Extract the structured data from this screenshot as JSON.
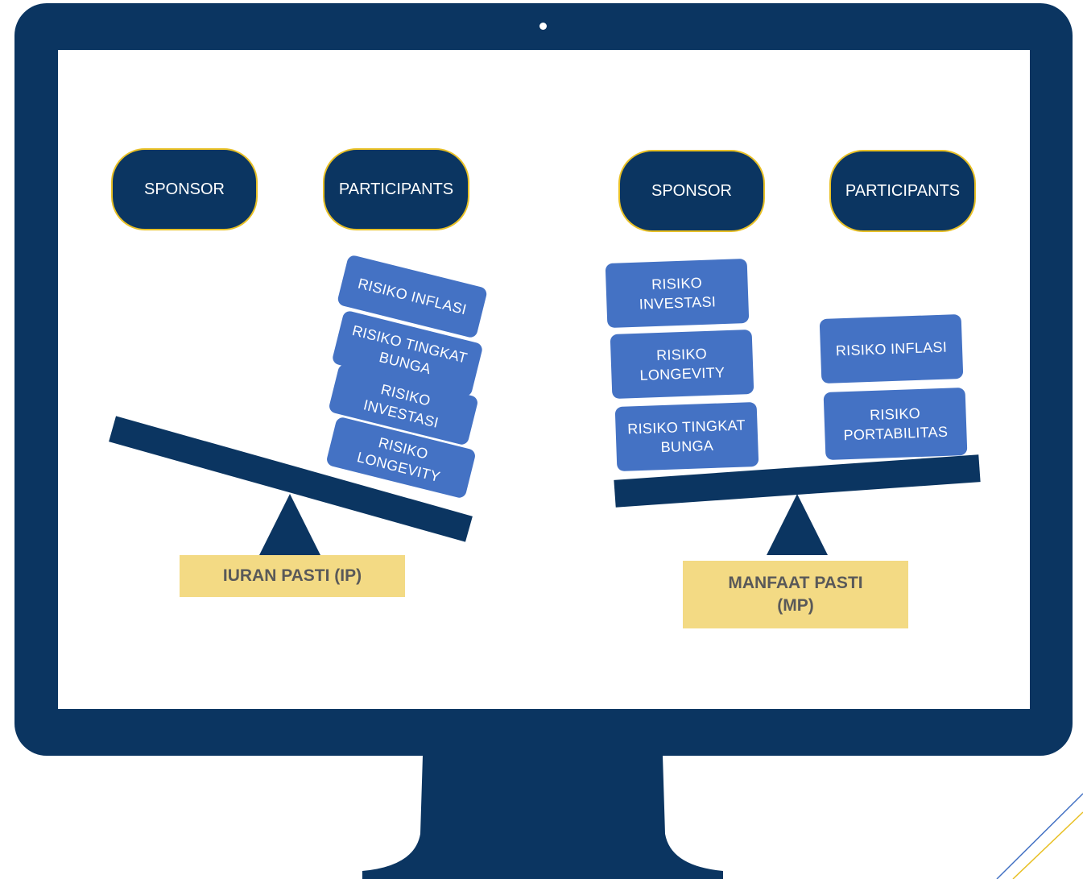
{
  "left_scale": {
    "sponsor_label": "SPONSOR",
    "participants_label": "PARTICIPANTS",
    "risk_cards": [
      "RISIKO INFLASI",
      "RISIKO TINGKAT BUNGA",
      "RISIKO INVESTASI",
      "RISIKO LONGEVITY"
    ],
    "title": "IURAN PASTI (IP)"
  },
  "right_scale": {
    "sponsor_label": "SPONSOR",
    "participants_label": "PARTICIPANTS",
    "sponsor_risk_cards": [
      "RISIKO INVESTASI",
      "RISIKO LONGEVITY",
      "RISIKO TINGKAT BUNGA"
    ],
    "participant_risk_cards": [
      "RISIKO INFLASI",
      "RISIKO PORTABILITAS"
    ],
    "title": "MANFAAT PASTI (MP)"
  },
  "colors": {
    "navy": "#0b3561",
    "pill_border": "#e8c026",
    "card_blue": "#4472c4",
    "label_yellow": "#f3da84"
  }
}
